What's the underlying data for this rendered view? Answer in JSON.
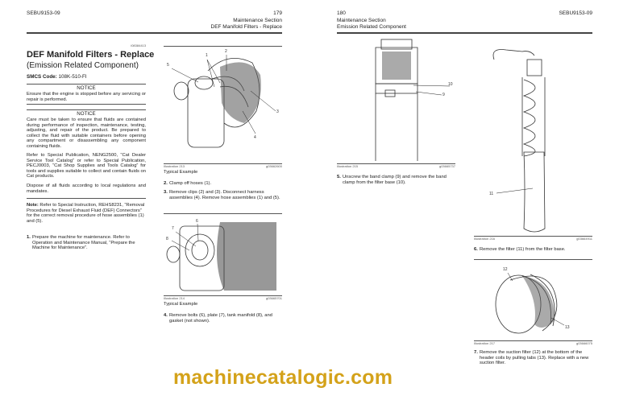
{
  "left_page": {
    "doc_id": "SEBU9153-09",
    "page_number": "179",
    "section": "Maintenance Section",
    "subsection": "DEF Manifold Filters - Replace",
    "topic_id": "i08384413",
    "title": "DEF Manifold Filters - Replace",
    "subtitle": "(Emission Related Component)",
    "smcs_label": "SMCS Code:",
    "smcs_value": "108K-510-FI",
    "notice1": {
      "heading": "NOTICE",
      "text": "Ensure that the engine is stopped before any servicing or repair is performed."
    },
    "notice2": {
      "heading": "NOTICE",
      "text": "Care must be taken to ensure that fluids are contained during performance of inspection, maintenance, testing, adjusting, and repair of the product. Be prepared to collect the fluid with suitable containers before opening any compartment or disassembling any component containing fluids."
    },
    "refer_text": "Refer to Special Publication, NENG2500, “Cat Dealer Service Tool Catalog” or refer to Special Publication, PECJ0003, “Cat Shop Supplies and Tools Catalog” for tools and supplies suitable to collect and contain fluids on Cat products.",
    "dispose_text": "Dispose of all fluids according to local regulations and mandates.",
    "note_label": "Note:",
    "note_text": " Refer to Special Instruction, REHS8231, “Removal Procedures for Diesel Exhaust Fluid (DEF) Connectors” for the correct removal procedure of hose assemblies (1) and (5).",
    "step1_num": "1.",
    "step1_text": "Prepare the machine for maintenance. Refer to Operation and Maintenance Manual, “Prepare the Machine for Maintenance”.",
    "ill213": {
      "label": "Illustration 213",
      "code": "g03662600",
      "caption": "Typical Example",
      "callouts": [
        "1",
        "2",
        "3",
        "4",
        "5"
      ]
    },
    "step2_num": "2.",
    "step2_text": "Clamp off hoses (1).",
    "step3_num": "3.",
    "step3_text": "Remove clips (2) and (3). Disconnect harness assemblies (4). Remove hose assemblies (1) and (5).",
    "ill214": {
      "label": "Illustration 214",
      "code": "g03665701",
      "caption": "Typical Example",
      "callouts": [
        "6",
        "7",
        "8"
      ]
    },
    "step4_num": "4.",
    "step4_text": "Remove bolts (6), plate (7), tank manifold (8), and gasket (not shown)."
  },
  "right_page": {
    "doc_id": "SEBU9153-09",
    "page_number": "180",
    "section": "Maintenance Section",
    "subsection": "Emission Related Component",
    "ill215": {
      "label": "Illustration 215",
      "code": "g03665737",
      "callouts": [
        "10",
        "9"
      ]
    },
    "step5_num": "5.",
    "step5_text": "Unscrew the band clamp (9) and remove the band clamp from the filter base (10).",
    "ill216": {
      "label": "Illustration 216",
      "code": "g03664911",
      "callouts": [
        "11"
      ]
    },
    "step6_num": "6.",
    "step6_text": "Remove the filter (11) from the filter base.",
    "ill217": {
      "label": "Illustration 217",
      "code": "g03666075",
      "callouts": [
        "12",
        "13"
      ]
    },
    "step7_num": "7.",
    "step7_text": "Remove the suction filter (12) at the bottom of the header coils by pulling tabs (13). Replace with a new suction filter."
  },
  "watermark": "machinecatalogic.com",
  "colors": {
    "watermark": "#d4a21a",
    "text": "#222222"
  }
}
